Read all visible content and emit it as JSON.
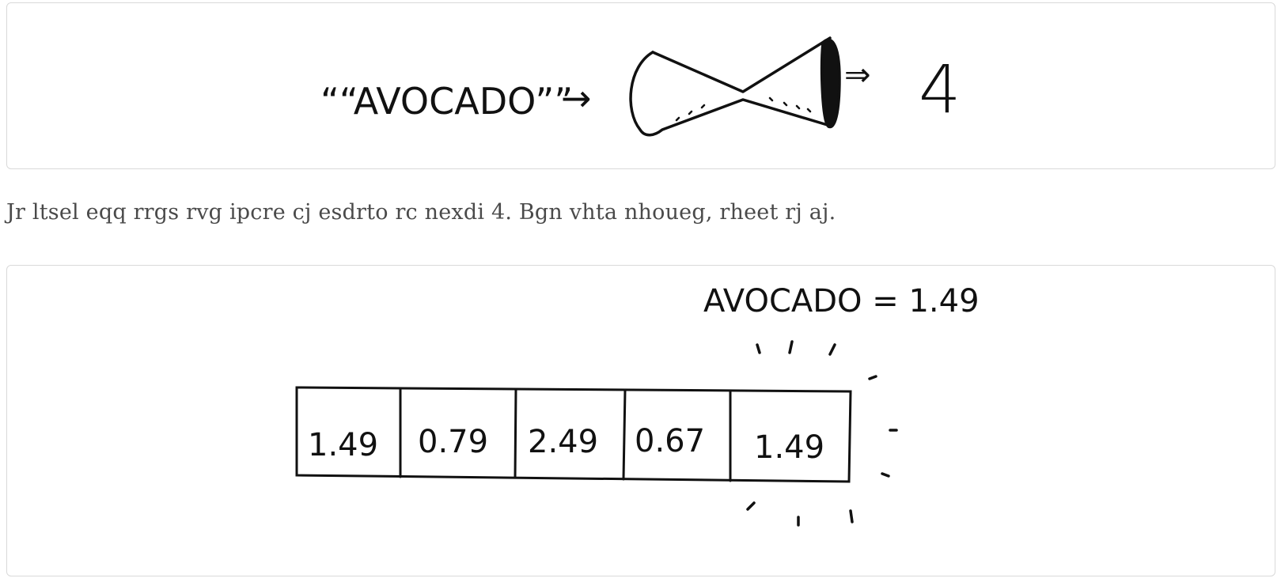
{
  "figure1": {
    "input_label": "““AVOCADO””",
    "arrow": "→",
    "output_arrow": "⇒",
    "output_value": "4"
  },
  "paragraph": "Jr ltsel eqq rrgs rvg ipcre cj esdrto rc nexdi 4. Bgn vhta nhoueg, rheet rj aj.",
  "figure2": {
    "lookup_label": "AVOCADO = 1.49",
    "cells": [
      "1.49",
      "0.79",
      "2.49",
      "0.67",
      "1.49"
    ]
  }
}
